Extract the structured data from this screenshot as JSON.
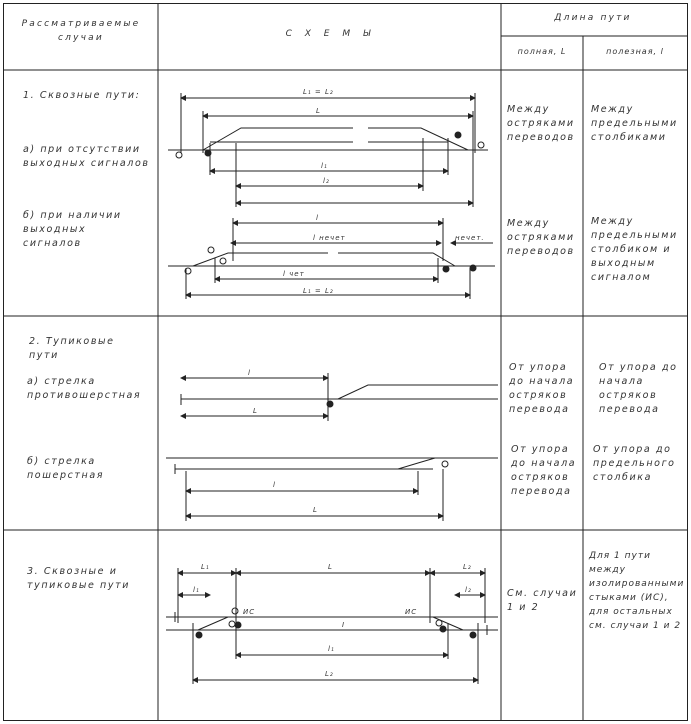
{
  "header": {
    "col_cases": "Рассматриваемые случаи",
    "col_schemes": "С Х Е М Ы",
    "col_length": "Длина пути",
    "sub_full": "полная, L",
    "sub_useful": "полезная, l"
  },
  "rows": [
    {
      "title": "1. Сквозные пути:",
      "case_a": "а) при отсутствии выходных сигналов",
      "case_b": "б) при наличии выходных сигналов",
      "full_a": "Между остряками переводов",
      "useful_a": "Между предельными столбиками",
      "full_b": "Между остряками переводов",
      "useful_b": "Между предельными столбиком и выходным сигналом",
      "scheme_labels": {
        "a_top": "L₁ = L₂",
        "a_L": "L",
        "a_l1": "l₁",
        "a_l2": "l₂",
        "b_l": "l",
        "b_l_odd": "l нечет",
        "b_l_even": "l чет",
        "b_L": "L₁ = L₂",
        "b_dir": "нечет."
      }
    },
    {
      "title": "2. Тупиковые пути",
      "case_a": "а) стрелка противошерстная",
      "case_b": "б) стрелка пошерстная",
      "full_a": "От упора до начала остряков перевода",
      "useful_a": "От упора до начала остряков перевода",
      "full_b": "От упора до начала остряков перевода",
      "useful_b": "От упора до предельного столбика",
      "scheme_labels": {
        "a_l": "l",
        "a_L": "L",
        "b_l": "l",
        "b_L": "L"
      }
    },
    {
      "title": "3. Сквозные и тупиковые пути",
      "full": "См. случаи 1 и 2",
      "useful": "Для 1 пути между изолированными стыками (ИС), для остальных см. случаи 1 и 2",
      "scheme_labels": {
        "L1": "L₁",
        "l1": "l₁",
        "L_top": "L",
        "L2": "L₂",
        "l2": "l₂",
        "is_left": "ИС",
        "is_right": "ИС",
        "one": "I",
        "l_low": "l₁",
        "L_low": "L₂"
      }
    }
  ]
}
